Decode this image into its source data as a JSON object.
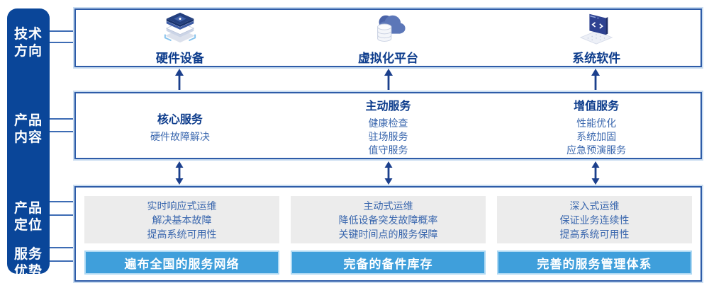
{
  "sidebar": {
    "items": [
      {
        "label": "技术\n方向"
      },
      {
        "label": "产品\n内容"
      },
      {
        "label": "产品\n定位"
      },
      {
        "label": "服务\n优势"
      }
    ]
  },
  "tech_row": {
    "columns": [
      {
        "icon": "server-stack-icon",
        "label": "硬件设备"
      },
      {
        "icon": "cloud-database-icon",
        "label": "虚拟化平台"
      },
      {
        "icon": "code-window-icon",
        "label": "系统软件"
      }
    ]
  },
  "content_row": {
    "columns": [
      {
        "title": "核心服务",
        "items": [
          "硬件故障解决"
        ]
      },
      {
        "title": "主动服务",
        "items": [
          "健康检查",
          "驻场服务",
          "值守服务"
        ]
      },
      {
        "title": "增值服务",
        "items": [
          "性能优化",
          "系统加固",
          "应急预演服务"
        ]
      }
    ]
  },
  "bottom_row": {
    "columns": [
      {
        "positioning": [
          "实时响应式运维",
          "解决基本故障",
          "提高系统可用性"
        ],
        "advantage": "遍布全国的服务网络"
      },
      {
        "positioning": [
          "主动式运维",
          "降低设备突发故障概率",
          "关键时间点的服务保障"
        ],
        "advantage": "完备的备件库存"
      },
      {
        "positioning": [
          "深入式运维",
          "保证业务连续性",
          "提高系统可用性"
        ],
        "advantage": "完善的服务管理体系"
      }
    ]
  },
  "colors": {
    "sidebar_blue": "#0A4699",
    "frame_border": "#2E5CA8",
    "frame_glow": "#C9DCF0",
    "heading_navy": "#0D3C8C",
    "body_blue": "#3A67AE",
    "gray_panel": "#ECECEC",
    "bar_blue": "#3F9FDB",
    "bar_border": "#AFD9F3",
    "arrow_navy": "#1B3F8C"
  }
}
